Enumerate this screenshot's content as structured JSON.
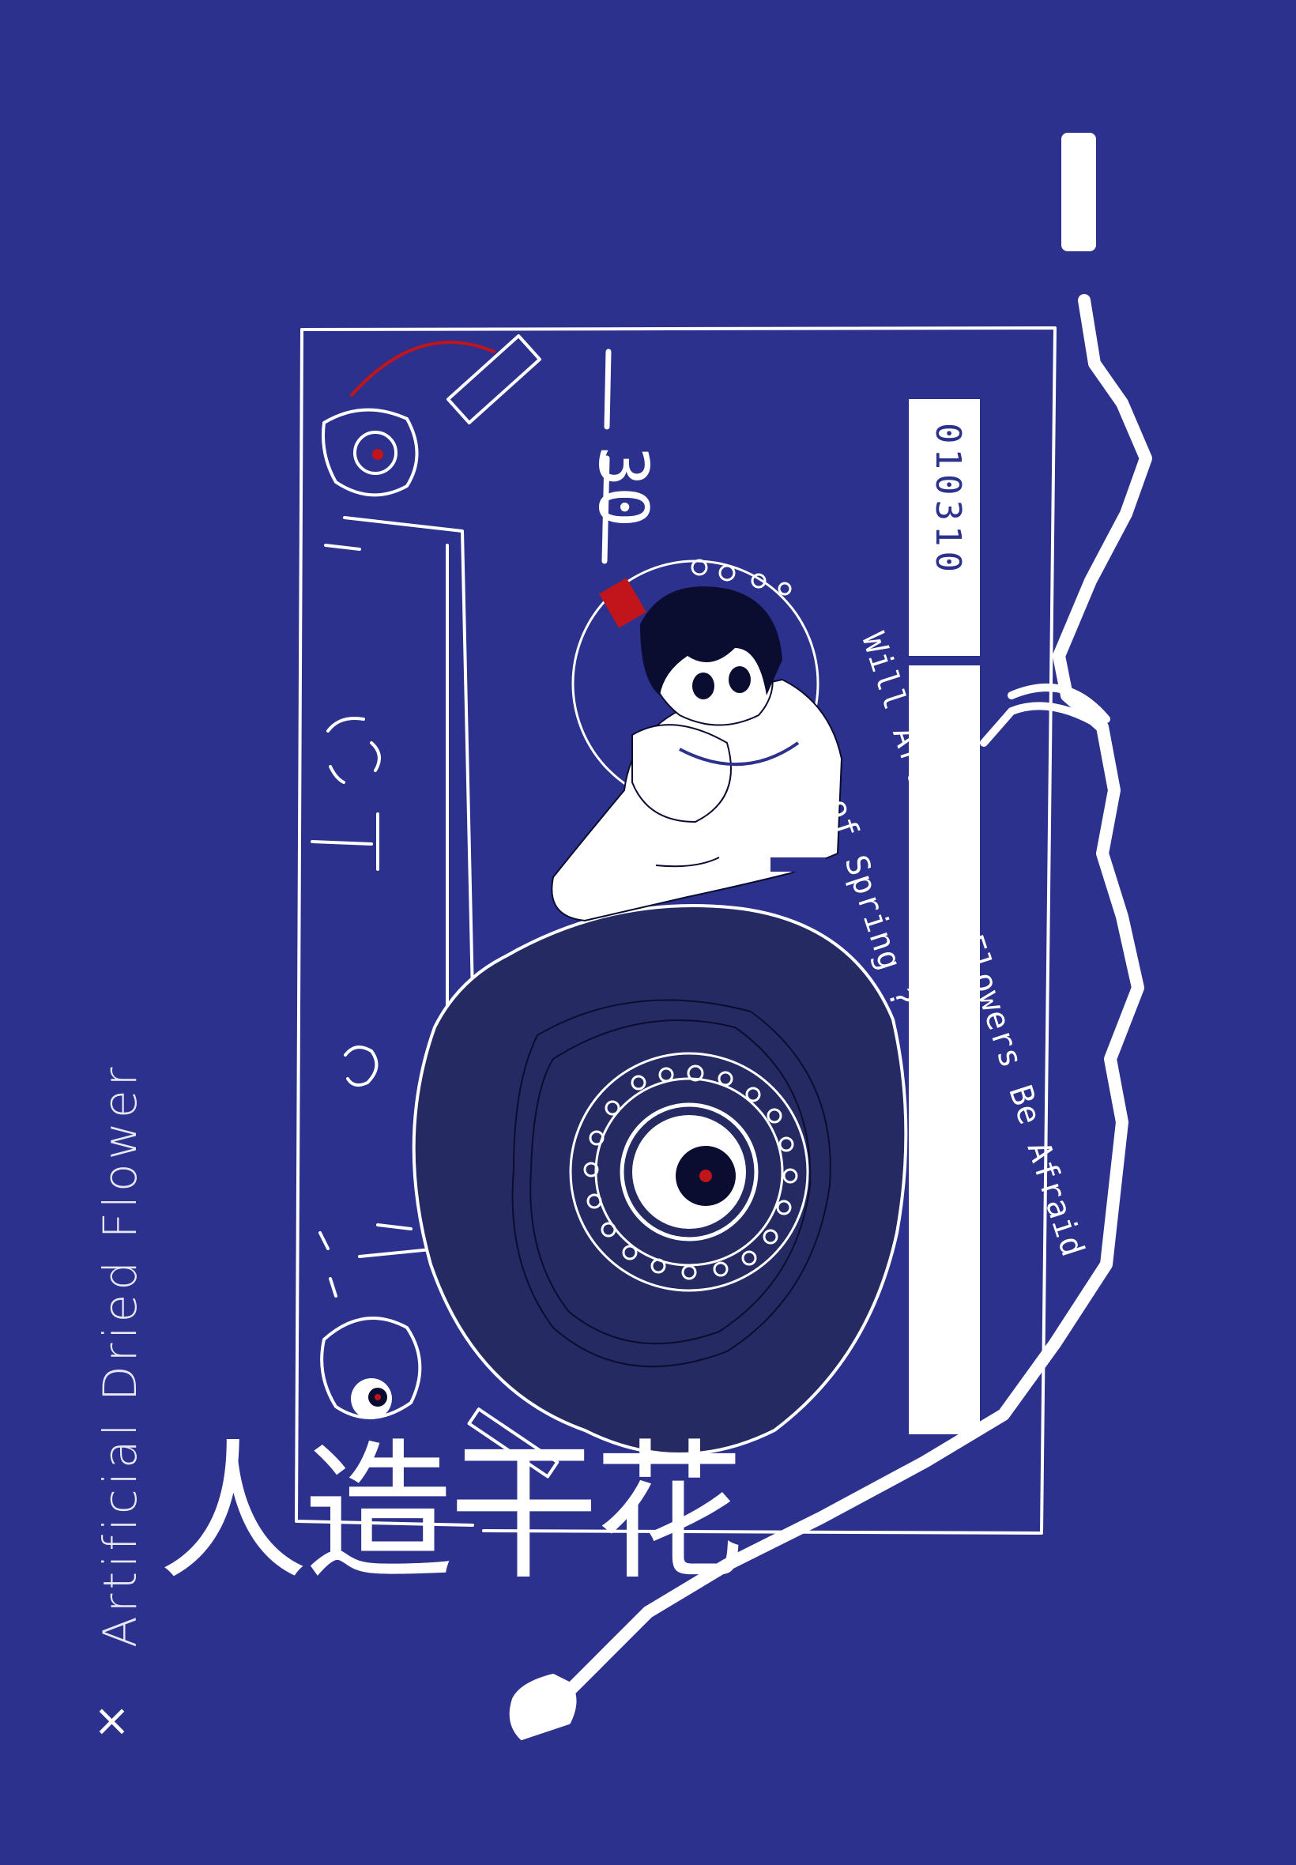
{
  "cover": {
    "english_title": "Artificial Dried Flower",
    "chinese_title": "人造干花",
    "cross_mark": "×",
    "question_line_1": "Will Artificial Flowers Be Afraid",
    "question_line_2": "of Spring ?",
    "tape_number": "30",
    "label_code": "010310"
  },
  "colors": {
    "background": "#2b318c",
    "reel_dark": "#252a63",
    "line": "#ffffff",
    "accent_red": "#c1141b"
  },
  "icons": [
    "cassette-tape-icon",
    "earphone-icon",
    "sitting-child-figure",
    "reel-icon"
  ]
}
